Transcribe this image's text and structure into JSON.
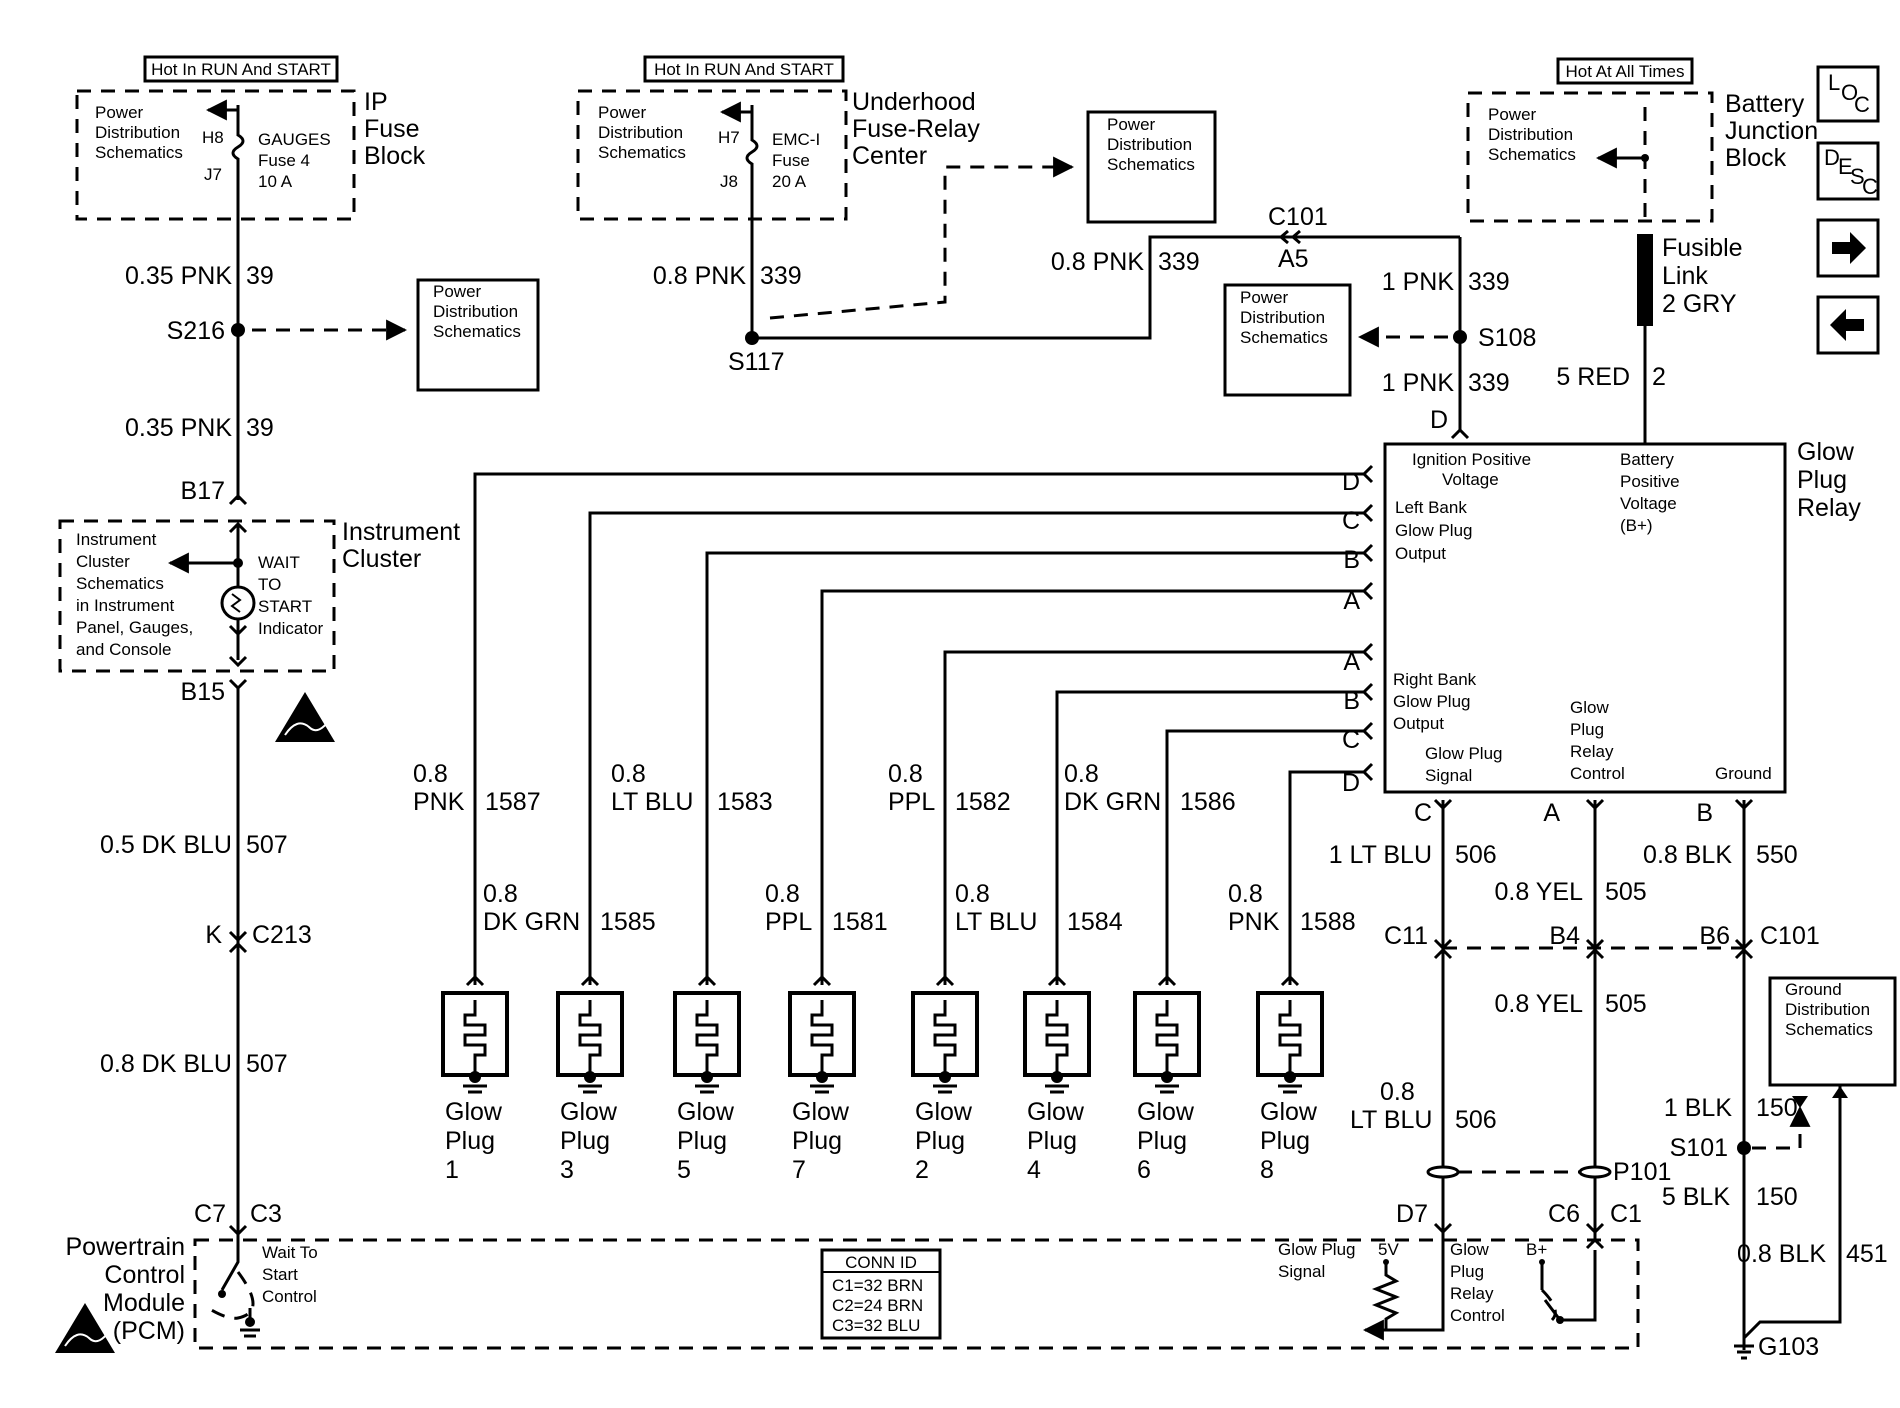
{
  "headers": {
    "ip": "Hot In RUN And START",
    "uh": "Hot In RUN And START",
    "bat": "Hot At All Times"
  },
  "nav": {
    "loc": "LOC",
    "desc": "DESC",
    "next_icon": "arrow-right-icon",
    "prev_icon": "arrow-left-icon"
  },
  "ip_fuse_block": {
    "title": [
      "IP",
      "Fuse",
      "Block"
    ],
    "pds": [
      "Power",
      "Distribution",
      "Schematics"
    ],
    "h": "H8",
    "j": "J7",
    "fuse": [
      "GAUGES",
      "Fuse 4",
      "10 A"
    ]
  },
  "underhood": {
    "title": [
      "Underhood",
      "Fuse-Relay",
      "Center"
    ],
    "pds": [
      "Power",
      "Distribution",
      "Schematics"
    ],
    "h": "H7",
    "j": "J8",
    "fuse": [
      "EMC-I",
      "Fuse",
      "20 A"
    ]
  },
  "battery_jb": {
    "title": [
      "Battery",
      "Junction",
      "Block"
    ],
    "pds": [
      "Power",
      "Distribution",
      "Schematics"
    ]
  },
  "fusible_link": [
    "Fusible",
    "Link",
    "2 GRY"
  ],
  "pds_boxes": {
    "a": [
      "Power",
      "Distribution",
      "Schematics"
    ],
    "b": [
      "Power",
      "Distribution",
      "Schematics"
    ],
    "c": [
      "Power",
      "Distribution",
      "Schematics"
    ]
  },
  "gnd_box": [
    "Ground",
    "Distribution",
    "Schematics"
  ],
  "instrument_cluster": {
    "title": [
      "Instrument",
      "Cluster"
    ],
    "ref": [
      "Instrument",
      "Cluster",
      "Schematics",
      "in Instrument",
      "Panel, Gauges,",
      "and Console"
    ],
    "indicator": [
      "WAIT",
      "TO",
      "START",
      "Indicator"
    ]
  },
  "left_wires": {
    "w1": [
      "0.35 PNK",
      "39"
    ],
    "s216": "S216",
    "w2": [
      "0.35 PNK",
      "39"
    ],
    "b17": "B17",
    "b15": "B15",
    "w3": [
      "0.5 DK BLU",
      "507"
    ],
    "k": "K",
    "c213": "C213",
    "w4": [
      "0.8 DK BLU",
      "507"
    ]
  },
  "center_wires": {
    "w339a": [
      "0.8 PNK",
      "339"
    ],
    "s117": "S117",
    "w339b": [
      "0.8 PNK",
      "339"
    ],
    "c101": "C101",
    "a5": "A5",
    "w339c": [
      "1 PNK",
      "339"
    ],
    "s108": "S108",
    "w339d": [
      "1 PNK",
      "339"
    ],
    "d": "D",
    "w5red": [
      "5 RED",
      "2"
    ]
  },
  "relay": {
    "title": [
      "Glow",
      "Plug",
      "Relay"
    ],
    "ign": [
      "Ignition Positive",
      "Voltage"
    ],
    "batv": [
      "Battery",
      "Positive",
      "Voltage",
      "(B+)"
    ],
    "left": [
      "Left Bank",
      "Glow Plug",
      "Output"
    ],
    "right": [
      "Right Bank",
      "Glow Plug",
      "Output"
    ],
    "gps": [
      "Glow Plug",
      "Signal"
    ],
    "gprc": [
      "Glow",
      "Plug",
      "Relay",
      "Control"
    ],
    "ground": "Ground",
    "pins_left": [
      "D",
      "C",
      "B",
      "A"
    ],
    "pins_right": [
      "A",
      "B",
      "C",
      "D"
    ],
    "bot_pins": [
      "C",
      "A",
      "B"
    ]
  },
  "plug_wires": {
    "upper": [
      {
        "size": "0.8",
        "color": "PNK",
        "num": "1587"
      },
      {
        "size": "0.8",
        "color": "LT BLU",
        "num": "1583"
      },
      {
        "size": "0.8",
        "color": "PPL",
        "num": "1582"
      },
      {
        "size": "0.8",
        "color": "DK GRN",
        "num": "1586"
      }
    ],
    "lower": [
      {
        "size": "0.8",
        "color": "DK GRN",
        "num": "1585"
      },
      {
        "size": "0.8",
        "color": "PPL",
        "num": "1581"
      },
      {
        "size": "0.8",
        "color": "LT BLU",
        "num": "1584"
      },
      {
        "size": "0.8",
        "color": "PNK",
        "num": "1588"
      }
    ]
  },
  "glow_plugs": [
    {
      "line1": "Glow",
      "line2": "Plug",
      "num": "1"
    },
    {
      "line1": "Glow",
      "line2": "Plug",
      "num": "3"
    },
    {
      "line1": "Glow",
      "line2": "Plug",
      "num": "5"
    },
    {
      "line1": "Glow",
      "line2": "Plug",
      "num": "7"
    },
    {
      "line1": "Glow",
      "line2": "Plug",
      "num": "2"
    },
    {
      "line1": "Glow",
      "line2": "Plug",
      "num": "4"
    },
    {
      "line1": "Glow",
      "line2": "Plug",
      "num": "6"
    },
    {
      "line1": "Glow",
      "line2": "Plug",
      "num": "8"
    }
  ],
  "right_wires": {
    "w506a": [
      "1 LT BLU",
      "506"
    ],
    "w505a": [
      "0.8 YEL",
      "505"
    ],
    "w550": [
      "0.8 BLK",
      "550"
    ],
    "c11": "C11",
    "b4": "B4",
    "b6": "B6",
    "c101": "C101",
    "w505b": [
      "0.8 YEL",
      "505"
    ],
    "w506b": [
      "0.8",
      "LT BLU",
      "506"
    ],
    "w150a": [
      "1 BLK",
      "150"
    ],
    "s101": "S101",
    "p101": "P101",
    "w150b": [
      "5 BLK",
      "150"
    ],
    "d7": "D7",
    "c6": "C6",
    "c1": "C1",
    "w451": [
      "0.8 BLK",
      "451"
    ],
    "g103": "G103"
  },
  "pcm": {
    "title": [
      "Powertrain",
      "Control",
      "Module",
      "(PCM)"
    ],
    "c7": "C7",
    "c3": "C3",
    "wts": [
      "Wait To",
      "Start",
      "Control"
    ],
    "conn_title": "CONN ID",
    "conn": [
      "C1=32 BRN",
      "C2=24 BRN",
      "C3=32 BLU"
    ],
    "gps": [
      "Glow Plug",
      "Signal"
    ],
    "v5": "5V",
    "gprc": [
      "Glow",
      "Plug",
      "Relay",
      "Control"
    ],
    "bplus": "B+"
  }
}
